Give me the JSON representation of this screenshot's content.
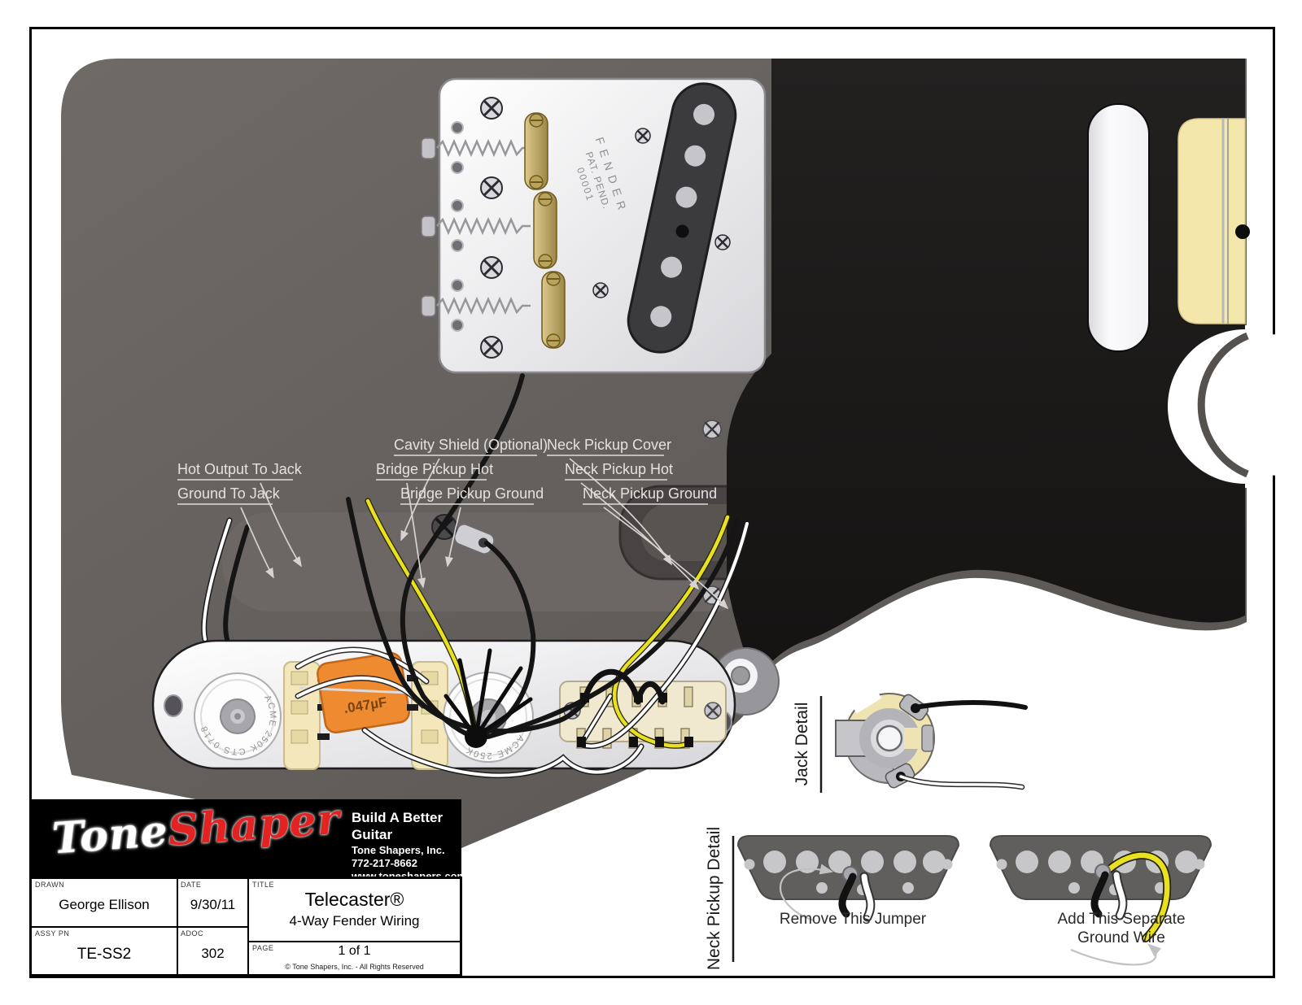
{
  "document": {
    "type": "guitar wiring diagram",
    "page_border": true
  },
  "labels": {
    "hot_output": "Hot Output To Jack",
    "ground_jack": "Ground To Jack",
    "cavity_shield": "Cavity Shield (Optional)",
    "bridge_hot": "Bridge Pickup Hot",
    "bridge_ground": "Bridge Pickup Ground",
    "neck_cover": "Neck Pickup Cover",
    "neck_hot": "Neck Pickup Hot",
    "neck_ground": "Neck Pickup Ground"
  },
  "details": {
    "jack_detail": "Jack Detail",
    "neck_pickup_detail": "Neck Pickup Detail",
    "remove_jumper": "Remove This Jumper",
    "add_separate_line1": "Add This Separate",
    "add_separate_line2": "Ground Wire"
  },
  "bridge": {
    "brand": "FENDER",
    "patent": "PAT. PEND.",
    "serial": "00001"
  },
  "controls": {
    "pot1_text": "ACME 250K CTS 0718",
    "pot2_text": "ACME 250K",
    "cap_value": ".047µF"
  },
  "logo": {
    "word1": "Tone",
    "word2": "Shaper",
    "tagline": "Build A Better Guitar",
    "company": "Tone Shapers, Inc.",
    "phone": "772-217-8662",
    "website": "www.toneshapers.com"
  },
  "title_block": {
    "drawn_label": "DRAWN",
    "drawn_value": "George Ellison",
    "date_label": "DATE",
    "date_value": "9/30/11",
    "title_label": "TITLE",
    "title_value": "Telecaster®",
    "subtitle": "4-Way Fender Wiring",
    "assy_label": "ASSY PN",
    "assy_value": "TE-SS2",
    "adoc_label": "ADOC",
    "adoc_value": "302",
    "page_label": "PAGE",
    "page_value": "1 of 1",
    "copyright": "© Tone Shapers, Inc.  - All Rights Reserved"
  },
  "colors": {
    "body_gray": "#676360",
    "pickguard_black": "#1a1918",
    "wire_yellow": "#e8e020",
    "cap_orange": "#ee8a2f",
    "cream": "#f1e2a8",
    "brass": "#c9b36b",
    "logo_red": "#e32222"
  }
}
